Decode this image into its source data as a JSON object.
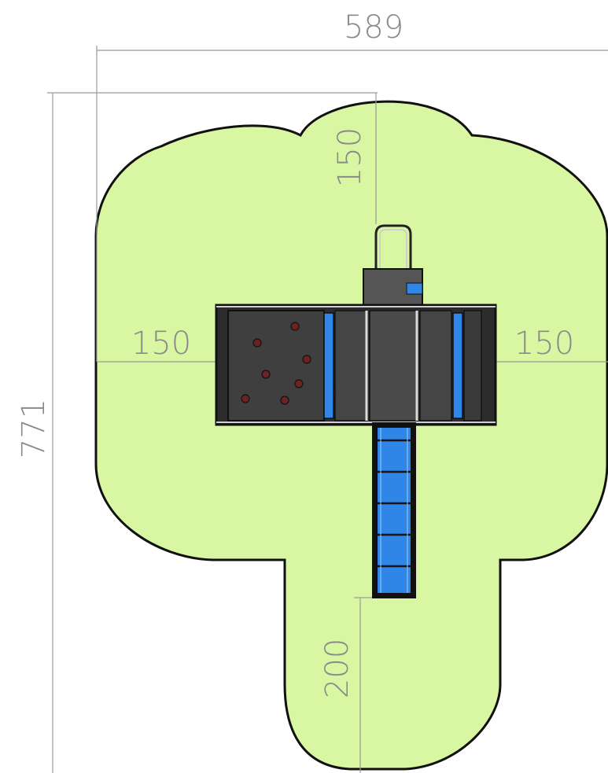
{
  "dimensions": {
    "total_width": "589",
    "total_height": "771",
    "top_clearance": "150",
    "left_clearance": "150",
    "right_clearance": "150",
    "bottom_clearance": "200"
  },
  "colors": {
    "safety_zone": "#d9f7a3",
    "outline": "#111111",
    "dimension_line": "#9a9a9a",
    "dimension_text": "#8a8a8a",
    "panel_dark": "#3f3f3f",
    "panel_mid": "#4a4a4a",
    "ladder_blue": "#2f86e6",
    "climbing_hold": "#6b2222"
  }
}
